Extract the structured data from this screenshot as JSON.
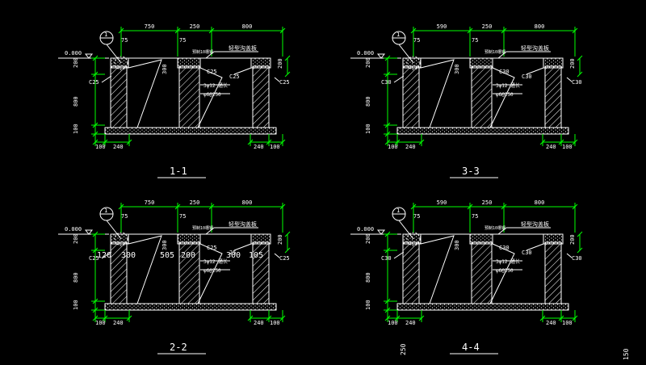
{
  "colors": {
    "background": "#000000",
    "dimension": "#00ff00",
    "outline": "#ffffff",
    "text": "#ffffff",
    "cut": "#ff3333"
  },
  "sections": [
    {
      "id": "1-1",
      "title": "1-1",
      "level": "0.000",
      "detail_mark": "1",
      "top_dims": [
        "750",
        "250",
        "800"
      ],
      "top_small": [
        "75",
        "75"
      ],
      "left_dims": [
        "200",
        "800",
        "100"
      ],
      "right_dims": [
        "200"
      ],
      "left_grade": "C25",
      "right_grade": "C25",
      "inner_grades": [
        "C25",
        "C25"
      ],
      "bottom_dims_left": [
        "100",
        "240"
      ],
      "bottom_dims_right": [
        "240",
        "100"
      ],
      "cover_note": "轻型沟盖板",
      "steel_note": "预制10槽钢",
      "rebar_a": "3φ12 通长",
      "rebar_b": "φ6@250",
      "depth": "300",
      "extra_texts": []
    },
    {
      "id": "3-3",
      "title": "3-3",
      "level": "0.000",
      "detail_mark": "1",
      "top_dims": [
        "590",
        "250",
        "800"
      ],
      "top_small": [
        "75",
        "75"
      ],
      "left_dims": [
        "200",
        "800",
        "100"
      ],
      "right_dims": [
        "200"
      ],
      "left_grade": "C30",
      "right_grade": "C30",
      "inner_grades": [
        "C30",
        "C30"
      ],
      "bottom_dims_left": [
        "100",
        "240"
      ],
      "bottom_dims_right": [
        "240",
        "100"
      ],
      "cover_note": "轻型沟盖板",
      "steel_note": "预制10槽钢",
      "rebar_a": "3φ12 通长",
      "rebar_b": "φ6@250",
      "depth": "300",
      "extra_texts": []
    },
    {
      "id": "2-2",
      "title": "2-2",
      "level": "0.000",
      "detail_mark": "1",
      "top_dims": [
        "750",
        "250",
        "800"
      ],
      "top_small": [
        "75",
        "75"
      ],
      "left_dims": [
        "200",
        "800",
        "100"
      ],
      "right_dims": [
        "200"
      ],
      "left_grade": "C25",
      "right_grade": "C25",
      "inner_grades": [
        "C25",
        "25"
      ],
      "bottom_dims_left": [
        "100",
        "240"
      ],
      "bottom_dims_right": [
        "240",
        "100"
      ],
      "cover_note": "轻型沟盖板",
      "steel_note": "预制10槽钢",
      "rebar_a": "3φ12 通长",
      "rebar_b": "φ6@250",
      "depth": "300",
      "extra_texts": [
        "120",
        "300",
        "505",
        "200",
        "300",
        "105"
      ]
    },
    {
      "id": "4-4",
      "title": "4-4",
      "level": "0.000",
      "detail_mark": "1",
      "top_dims": [
        "590",
        "250",
        "800"
      ],
      "top_small": [
        "75",
        "75"
      ],
      "left_dims": [
        "200",
        "800",
        "100"
      ],
      "right_dims": [
        "200"
      ],
      "left_grade": "C30",
      "right_grade": "C30",
      "inner_grades": [
        "C30",
        "C30"
      ],
      "bottom_dims_left": [
        "100",
        "240"
      ],
      "bottom_dims_right": [
        "240",
        "100"
      ],
      "cover_note": "轻型沟盖板",
      "steel_note": "预制10槽钢",
      "rebar_a": "3φ12 通长",
      "rebar_b": "φ6@250",
      "depth": "300",
      "extra_texts": []
    }
  ],
  "stray": {
    "bottom_mid": "250",
    "bottom_right": "150"
  }
}
